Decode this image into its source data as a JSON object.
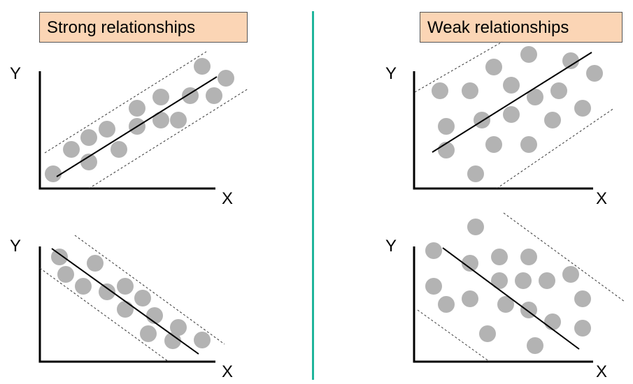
{
  "headings": {
    "strong": "Strong relationships",
    "weak": "Weak relationships"
  },
  "axis": {
    "x": "X",
    "y": "Y"
  },
  "colors": {
    "dot": "#b3b3b3",
    "label_bg": "#fbd5b5",
    "divider": "#1fb59b",
    "line": "#000000"
  }
}
